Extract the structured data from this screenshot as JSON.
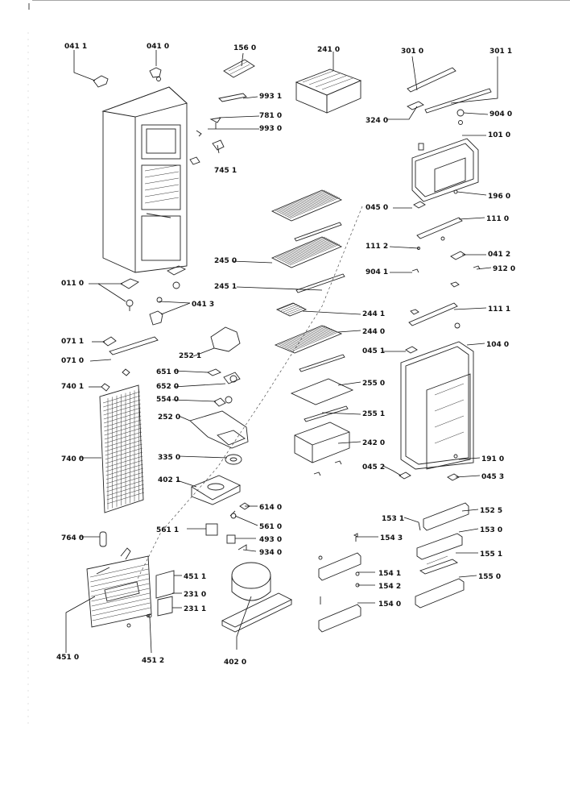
{
  "labels": [
    "041 1",
    "041 0",
    "156 0",
    "241 0",
    "301 0",
    "301 1",
    "993 1",
    "781 0",
    "993 0",
    "745 1",
    "324 0",
    "904 0",
    "101 0",
    "196 0",
    "045 0",
    "111 0",
    "245 0",
    "111 2",
    "041 2",
    "904 1",
    "912 0",
    "011 0",
    "245 1",
    "041 3",
    "244 1",
    "111 1",
    "244 0",
    "071 1",
    "071 0",
    "045 1",
    "104 0",
    "252 1",
    "651 0",
    "652 0",
    "255 0",
    "740 1",
    "554 0",
    "255 1",
    "252 0",
    "242 0",
    "740 0",
    "335 0",
    "191 0",
    "045 2",
    "045 3",
    "402 1",
    "614 0",
    "152 5",
    "153 1",
    "561 1",
    "561 0",
    "153 0",
    "493 0",
    "154 3",
    "764 0",
    "934 0",
    "155 1",
    "451 1",
    "154 1",
    "231 0",
    "154 2",
    "231 1",
    "155 0",
    "154 0",
    "451 0",
    "451 2",
    "402 0"
  ]
}
